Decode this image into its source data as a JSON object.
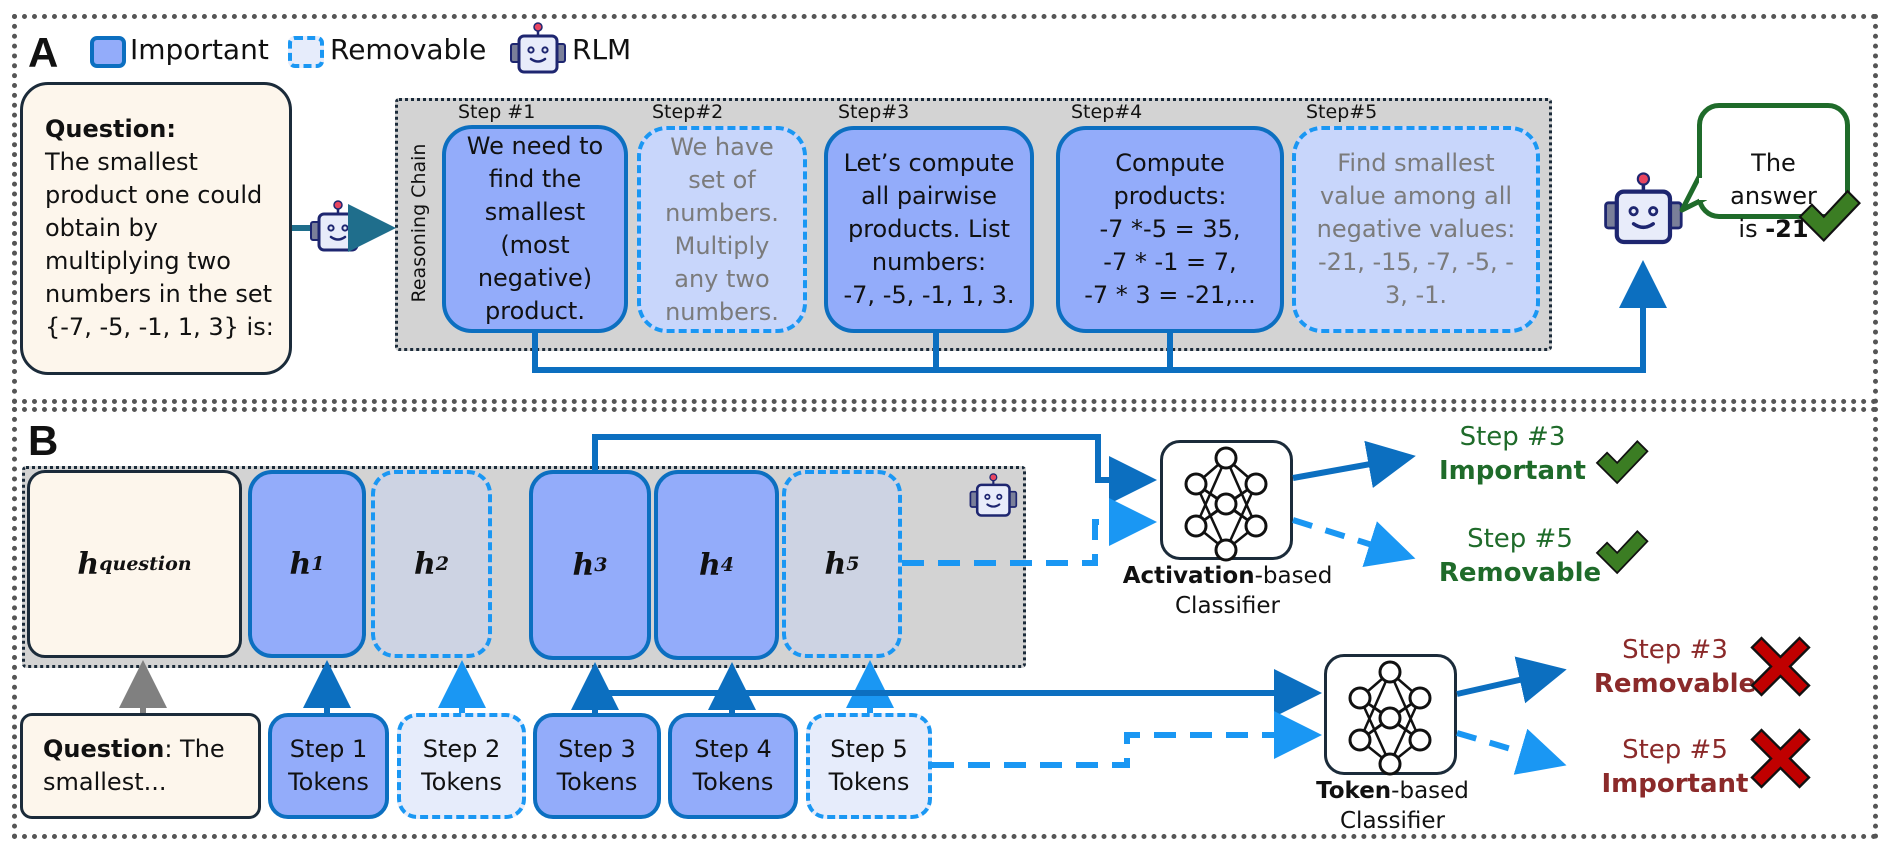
{
  "panel_a": {
    "letter": "A",
    "legend": {
      "important": "Important",
      "removable": "Removable",
      "rlm": "RLM"
    },
    "question": {
      "heading": "Question:",
      "text": "The smallest product one could obtain by multiplying two numbers in the set {-7, -5, -1, 1, 3} is:"
    },
    "chain_label": "Reasoning Chain",
    "steps": [
      {
        "label": "Step #1",
        "text": "We need to\nfind the\nsmallest\n(most\nnegative)\nproduct.",
        "status": "important"
      },
      {
        "label": "Step#2",
        "text": "We have\nset of\nnumbers.\nMultiply\nany two\nnumbers.",
        "status": "removable"
      },
      {
        "label": "Step#3",
        "text": "Let’s compute\nall pairwise\nproducts. List\nnumbers:\n-7, -5, -1, 1, 3.",
        "status": "important"
      },
      {
        "label": "Step#4",
        "text": "Compute\nproducts:\n-7 *-5 = 35,\n-7 * -1 = 7,\n-7 * 3 = -21,...",
        "status": "important"
      },
      {
        "label": "Step#5",
        "text": "Find smallest\nvalue among all\nnegative values:\n-21, -15, -7, -5, -\n3, -1.",
        "status": "removable"
      }
    ],
    "answer": {
      "prefix": "The\nanswer\nis ",
      "value": "-21"
    }
  },
  "panel_b": {
    "letter": "B",
    "hidden_states": [
      {
        "base": "h",
        "sub": "question",
        "status": "question"
      },
      {
        "base": "h",
        "sub": "1",
        "status": "important"
      },
      {
        "base": "h",
        "sub": "2",
        "status": "removable"
      },
      {
        "base": "h",
        "sub": "3",
        "status": "important"
      },
      {
        "base": "h",
        "sub": "4",
        "status": "important"
      },
      {
        "base": "h",
        "sub": "5",
        "status": "removable"
      }
    ],
    "question_tokens": {
      "bold": "Question",
      "rest": ": The\nsmallest..."
    },
    "tokens": [
      {
        "text": "Step 1\nTokens",
        "status": "important"
      },
      {
        "text": "Step 2\nTokens",
        "status": "removable"
      },
      {
        "text": "Step 3\nTokens",
        "status": "important"
      },
      {
        "text": "Step 4\nTokens",
        "status": "important"
      },
      {
        "text": "Step 5\nTokens",
        "status": "removable"
      }
    ],
    "activation_classifier": {
      "bold": "Activation",
      "rest": "-based",
      "line2": "Classifier",
      "outputs": [
        {
          "step": "Step #3",
          "verdict": "Important",
          "correct": true
        },
        {
          "step": "Step #5",
          "verdict": "Removable",
          "correct": true
        }
      ]
    },
    "token_classifier": {
      "bold": "Token",
      "rest": "-based",
      "line2": "Classifier",
      "outputs": [
        {
          "step": "Step #3",
          "verdict": "Removable",
          "correct": false
        },
        {
          "step": "Step #5",
          "verdict": "Important",
          "correct": false
        }
      ]
    }
  },
  "colors": {
    "important_fill": "#93acfa",
    "important_border": "#0c6fc0",
    "removable_border": "#1a97f3",
    "question_fill": "#fdf6ec",
    "correct_green": "#1f6b2a",
    "wrong_red": "#8b2a2a",
    "cross_red": "#c00000"
  }
}
